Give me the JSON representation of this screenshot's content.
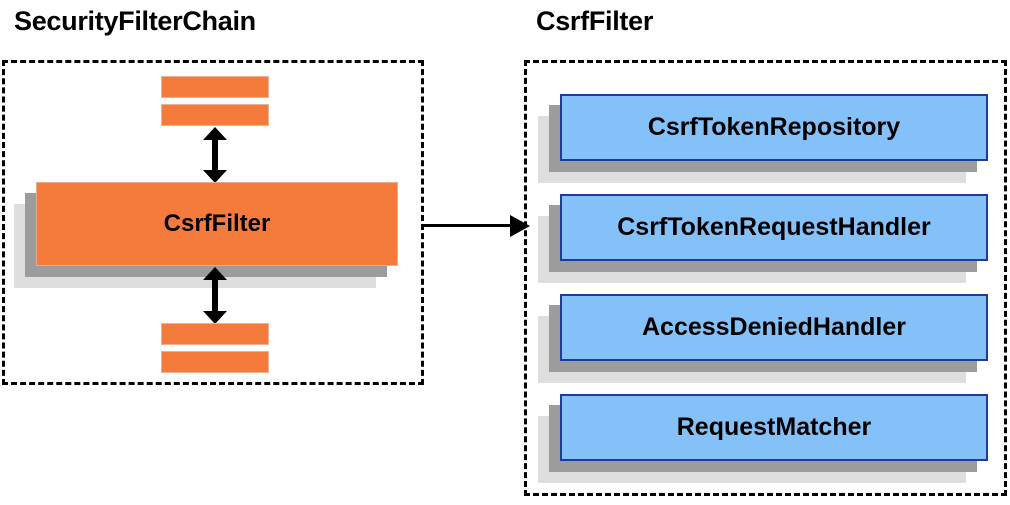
{
  "diagram": {
    "title_left": "SecurityFilterChain",
    "title_right": "CsrfFilter",
    "left_panel": {
      "top_bars": [
        "",
        ""
      ],
      "main_box_label": "CsrfFilter",
      "bottom_bars": [
        "",
        ""
      ],
      "arrow_up_name": "double-arrow-up",
      "arrow_down_name": "double-arrow-down"
    },
    "connector": {
      "label": ""
    },
    "right_panel": {
      "boxes": [
        {
          "label": "CsrfTokenRepository"
        },
        {
          "label": "CsrfTokenRequestHandler"
        },
        {
          "label": "AccessDeniedHandler"
        },
        {
          "label": "RequestMatcher"
        }
      ]
    },
    "colors": {
      "orange_fill": "#f47b3c",
      "orange_border": "#eeae94",
      "blue_fill": "#84c1f9",
      "blue_border": "#1f3c99",
      "shadow_dark": "#9c9c9c",
      "shadow_light": "#dedede",
      "outline": "#000000",
      "background": "#ffffff"
    }
  }
}
